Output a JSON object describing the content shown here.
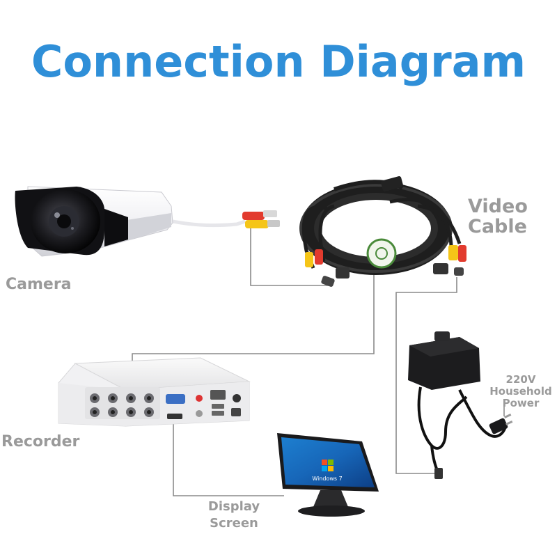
{
  "title": "Connection Diagram",
  "labels": {
    "camera": "Camera",
    "recorder": "Recorder",
    "video_cable_1": "Video",
    "video_cable_2": "Cable",
    "display_1": "Display",
    "display_2": "Screen",
    "power_1": "220V",
    "power_2": "Household",
    "power_3": "Power"
  },
  "device_text": {
    "windows": "Windows 7"
  },
  "colors": {
    "title": "#2f8fd8",
    "label": "#9a9a9a",
    "connector_line": "#8a8a8a",
    "rca_yellow": "#f5c518",
    "rca_red": "#e23b2e",
    "cable": "#222222"
  }
}
